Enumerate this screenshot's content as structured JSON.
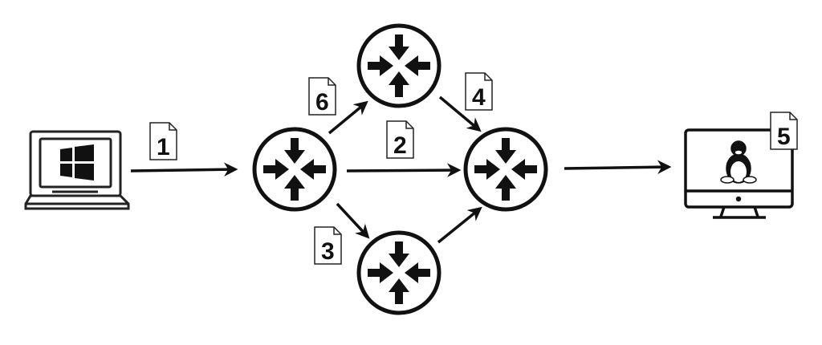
{
  "nodes": {
    "client": {
      "os_icon": "windows-logo-icon",
      "device_icon": "laptop-icon"
    },
    "server": {
      "os_icon": "linux-tux-icon",
      "device_icon": "desktop-monitor-icon"
    },
    "routers": [
      "router-icon",
      "router-icon",
      "router-icon",
      "router-icon"
    ]
  },
  "packets": {
    "p1": "1",
    "p2": "2",
    "p3": "3",
    "p4": "4",
    "p5": "5",
    "p6": "6"
  },
  "colors": {
    "stroke": "#111111",
    "background": "#ffffff"
  }
}
